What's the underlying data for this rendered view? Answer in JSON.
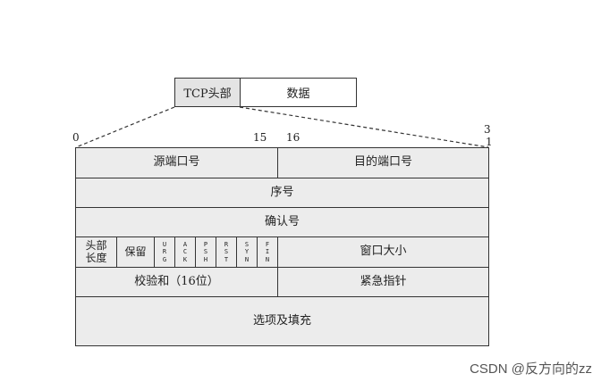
{
  "segment": {
    "header": "TCP头部",
    "data": "数据"
  },
  "ticks": {
    "start": "0",
    "mid_left": "15",
    "mid_right": "16",
    "end_top": "3",
    "end_bottom": "1"
  },
  "rows": {
    "src_port": "源端口号",
    "dst_port": "目的端口号",
    "seq": "序号",
    "ack_num": "确认号",
    "header_len_line1": "头部",
    "header_len_line2": "长度",
    "reserved": "保留",
    "flags": [
      {
        "name": "URG",
        "letters": [
          "U",
          "R",
          "G"
        ]
      },
      {
        "name": "ACK",
        "letters": [
          "A",
          "C",
          "K"
        ]
      },
      {
        "name": "PSH",
        "letters": [
          "P",
          "S",
          "H"
        ]
      },
      {
        "name": "RST",
        "letters": [
          "R",
          "S",
          "T"
        ]
      },
      {
        "name": "SYN",
        "letters": [
          "S",
          "Y",
          "N"
        ]
      },
      {
        "name": "FIN",
        "letters": [
          "F",
          "I",
          "N"
        ]
      }
    ],
    "window": "窗口大小",
    "checksum": "校验和（16位）",
    "urgent": "紧急指针",
    "options": "选项及填充"
  },
  "watermark": "CSDN @反方向的zz"
}
